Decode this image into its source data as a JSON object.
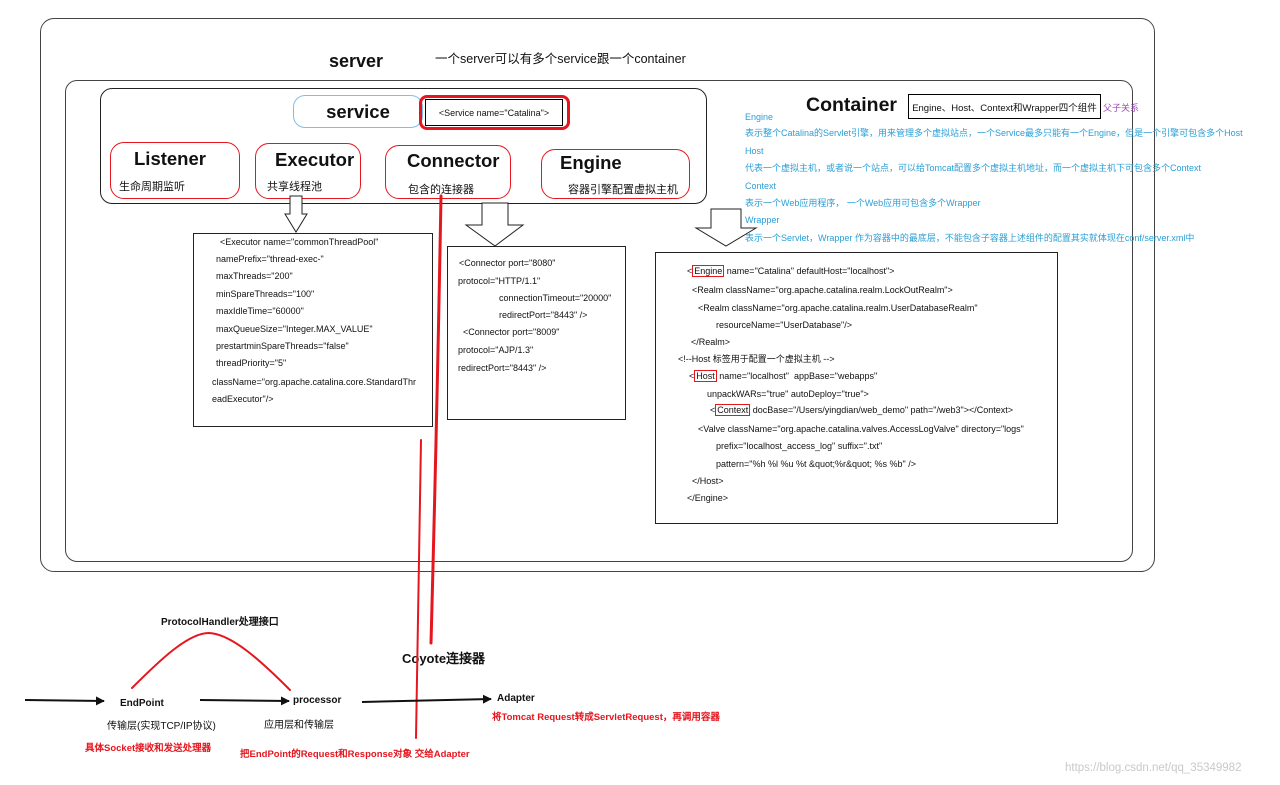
{
  "colors": {
    "annotation_red": "#e5161e",
    "description_blue": "#2a9fd6",
    "relation_purple": "#a048b8",
    "service_label_border": "#7cc0e8",
    "watermark_gray": "#c9c9c9"
  },
  "server": {
    "title": "server",
    "note": "一个server可以有多个service跟一个container"
  },
  "service": {
    "label": "service",
    "name_tag": "<Service name=\"Catalina\">",
    "components": [
      {
        "name": "Listener",
        "desc": "生命周期监听"
      },
      {
        "name": "Executor",
        "desc": "共享线程池"
      },
      {
        "name": "Connector",
        "desc": "包含的连接器"
      },
      {
        "name": "Engine",
        "desc": "容器引擎配置虚拟主机"
      }
    ]
  },
  "container": {
    "title": "Container",
    "components_note": "Engine、Host、Context和Wrapper四个组件",
    "relation": "父子关系",
    "descriptions": [
      {
        "term": "Engine",
        "text": "表示整个Catalina的Servlet引擎，用来管理多个虚拟站点，一个Service最多只能有一个Engine，但是一个引擎可包含多个Host"
      },
      {
        "term": "Host",
        "text": "代表一个虚拟主机，或者说一个站点，可以给Tomcat配置多个虚拟主机地址，而一个虚拟主机下可包含多个Context"
      },
      {
        "term": "Context",
        "text": "表示一个Web应用程序， 一个Web应用可包含多个Wrapper"
      },
      {
        "term": "Wrapper",
        "text": "表示一个Servlet，Wrapper 作为容器中的最底层，不能包含子容器上述组件的配置其实就体现在conf/server.xml中"
      }
    ]
  },
  "executor_config": {
    "lines": [
      "<Executor name=\"commonThreadPool\"",
      "namePrefix=\"thread-exec-\"",
      "maxThreads=\"200\"",
      "minSpareThreads=\"100\"",
      "maxIdleTime=\"60000\"",
      "maxQueueSize=\"Integer.MAX_VALUE\"",
      "prestartminSpareThreads=\"false\"",
      "threadPriority=\"5\"",
      "className=\"org.apache.catalina.core.StandardThr",
      "eadExecutor\"/>"
    ]
  },
  "connector_config": {
    "lines": [
      "<Connector port=\"8080\"",
      "protocol=\"HTTP/1.1\"",
      "connectionTimeout=\"20000\"",
      "redirectPort=\"8443\" />",
      "<Connector port=\"8009\"",
      "protocol=\"AJP/1.3\"",
      "redirectPort=\"8443\" />"
    ]
  },
  "engine_config": {
    "lines": [
      {
        "pre": "<",
        "tag": "Engine",
        "post": " name=\"Catalina\" defaultHost=\"localhost\">"
      },
      {
        "text": "<Realm className=\"org.apache.catalina.realm.LockOutRealm\">"
      },
      {
        "text": "<Realm className=\"org.apache.catalina.realm.UserDatabaseRealm\""
      },
      {
        "text": "resourceName=\"UserDatabase\"/>"
      },
      {
        "text": "</Realm>"
      },
      {
        "text": "<!--Host 标签用于配置一个虚拟主机 -->"
      },
      {
        "pre": "<",
        "tag": "Host",
        "post": " name=\"localhost\"  appBase=\"webapps\""
      },
      {
        "text": "unpackWARs=\"true\" autoDeploy=\"true\">"
      },
      {
        "pre": "<",
        "tag": "Context",
        "post": " docBase=\"/Users/yingdian/web_demo\" path=\"/web3\"></Context>"
      },
      {
        "text": "<Valve className=\"org.apache.catalina.valves.AccessLogValve\" directory=\"logs\""
      },
      {
        "text": "prefix=\"localhost_access_log\" suffix=\".txt\""
      },
      {
        "text": "pattern=\"%h %l %u %t &quot;%r&quot; %s %b\" />"
      },
      {
        "text": "</Host>"
      },
      {
        "text": "</Engine>"
      }
    ]
  },
  "coyote": {
    "title": "Coyote连接器",
    "protocol_handler": "ProtocolHandler处理接口",
    "endpoint": {
      "name": "EndPoint",
      "layer": "传输层(实现TCP/IP协议)",
      "desc": "具体Socket接收和发送处理器"
    },
    "processor": {
      "name": "processor",
      "layer": "应用层和传输层",
      "desc": "把EndPoint的Request和Response对象 交给Adapter"
    },
    "adapter": {
      "name": "Adapter",
      "desc": "将Tomcat Request转成ServletRequest，再调用容器"
    }
  },
  "watermark": "https://blog.csdn.net/qq_35349982"
}
